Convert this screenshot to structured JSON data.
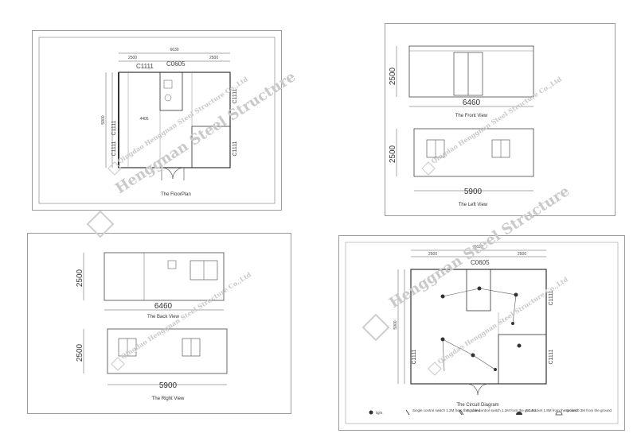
{
  "watermark": {
    "company": "Qingdao Henggnan Steel Structure Co.,Ltd",
    "brand": "Henggnan Steel Structure"
  },
  "floor_plan": {
    "caption": "The FloorPlan",
    "overall": "6630",
    "seg_left": "2500",
    "seg_right": "2500",
    "side_dim": "5900",
    "inner_dim": "4405",
    "door_top": "C0605",
    "win_top": "C1111",
    "win_left": "C1111",
    "win_right": "C1111",
    "win_left_low": "C1111",
    "win_right_low": "C1111"
  },
  "front_view": {
    "caption": "The Front View",
    "height": "2500",
    "width": "6460"
  },
  "left_view": {
    "caption": "The Left View",
    "height": "2500",
    "width": "5900"
  },
  "back_view": {
    "caption": "The Back View",
    "height": "2500",
    "width": "6460"
  },
  "right_view": {
    "caption": "The Right View",
    "height": "2500",
    "width": "5900"
  },
  "circuit": {
    "caption": "The Circuit Diagram",
    "overall": "6630",
    "seg_left": "2500",
    "seg_right": "2500",
    "side_dim": "5900",
    "door_top": "C0605",
    "win_right": "C1111",
    "win_left": "C1111",
    "win_right_low": "C1111",
    "legend": [
      {
        "label": "light"
      },
      {
        "label": "Single control switch 1.2M from the ground"
      },
      {
        "label": "Double control switch 1.2M from the ground"
      },
      {
        "label": "AC Socket 1.8M from the ground"
      },
      {
        "label": "Socket 0.3M from the ground"
      }
    ]
  }
}
